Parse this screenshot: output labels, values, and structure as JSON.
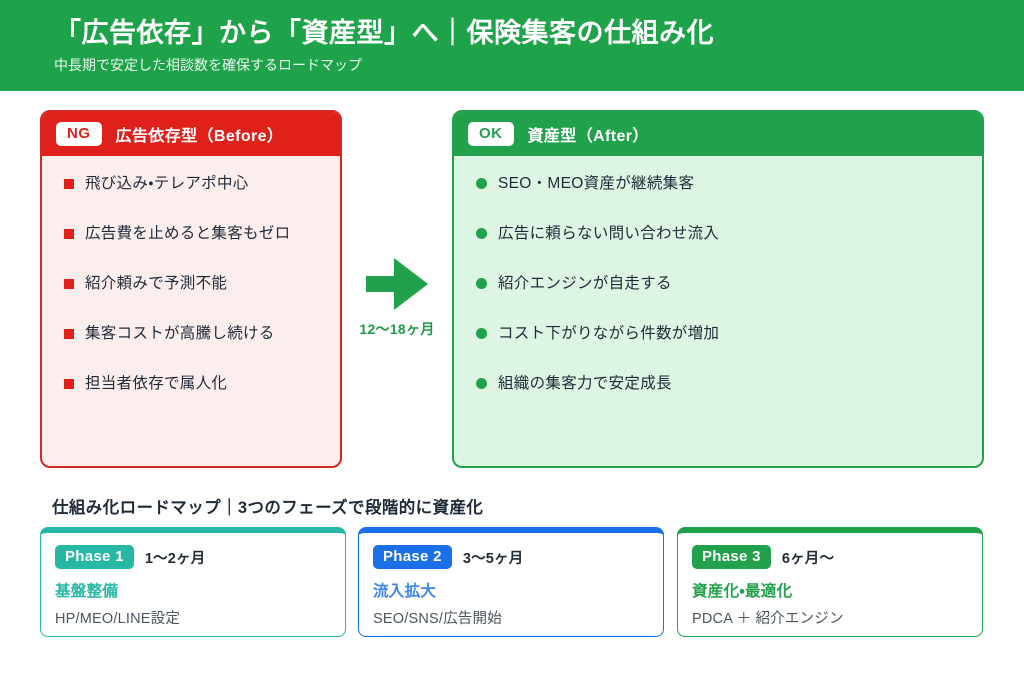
{
  "header": {
    "title": "「広告依存」から「資産型」へ｜保険集客の仕組み化",
    "subtitle": "中長期で安定した相談数を確保するロードマップ",
    "bg_color": "#1ea34a"
  },
  "before_card": {
    "badge": "NG",
    "title": "広告依存型（Before）",
    "accent_color": "#e0201b",
    "body_color": "#fdeeee",
    "items": [
      "飛び込み・テレアポ中心",
      "広告費を止めると集客もゼロ",
      "紹介頼みで予測不能",
      "集客コストが高騰し続ける",
      "担当者依存で属人化"
    ]
  },
  "transition": {
    "arrow_icon": "arrow-right-icon",
    "caption": "12〜18ヶ月",
    "color": "#22a14d"
  },
  "after_card": {
    "badge": "OK",
    "title": "資産型（After）",
    "accent_color": "#22a14d",
    "body_color": "#ddf5e3",
    "items": [
      "SEO・MEO資産が継続集客",
      "広告に頼らない問い合わせ流入",
      "紹介エンジンが自走する",
      "コスト下がりながら件数が増加",
      "組織の集客力で安定成長"
    ]
  },
  "roadmap": {
    "title": "仕組み化ロードマップ｜3つのフェーズで段階的に資産化",
    "phases": [
      {
        "badge": "Phase 1",
        "period": "1〜2ヶ月",
        "name": "基盤整備",
        "desc": "HP/MEO/LINE設定",
        "color": "#26b8a5"
      },
      {
        "badge": "Phase 2",
        "period": "3〜5ヶ月",
        "name": "流入拡大",
        "desc": "SEO/SNS/広告開始",
        "color": "#1b6fe8"
      },
      {
        "badge": "Phase 3",
        "period": "6ヶ月〜",
        "name": "資産化・最適化",
        "desc": "PDCA ＋ 紹介エンジン",
        "color": "#22a14d"
      }
    ]
  }
}
